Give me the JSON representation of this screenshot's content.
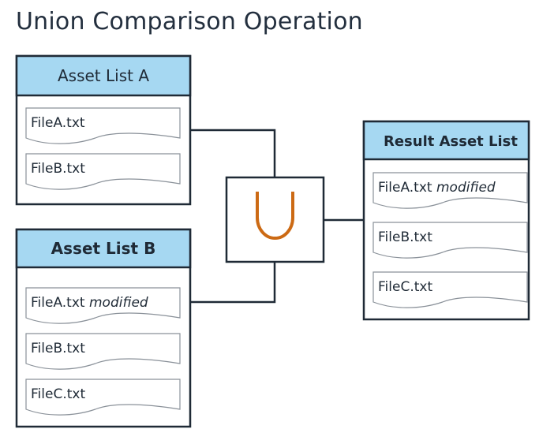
{
  "title": "Union Comparison Operation",
  "colors": {
    "header_fill": "#a6d8f2",
    "border": "#1f2a36",
    "union_symbol": "#cc6a14",
    "doc_border": "#8a9199"
  },
  "operator": {
    "symbol": "∪",
    "icon": "union-icon"
  },
  "lists": {
    "a": {
      "header": "Asset List A",
      "files": [
        {
          "name": "FileA.txt",
          "tag": ""
        },
        {
          "name": "FileB.txt",
          "tag": ""
        }
      ]
    },
    "b": {
      "header": "Asset List B",
      "files": [
        {
          "name": "FileA.txt",
          "tag": "modified"
        },
        {
          "name": "FileB.txt",
          "tag": ""
        },
        {
          "name": "FileC.txt",
          "tag": ""
        }
      ]
    },
    "result": {
      "header": "Result Asset List",
      "files": [
        {
          "name": "FileA.txt",
          "tag": "modified"
        },
        {
          "name": "FileB.txt",
          "tag": ""
        },
        {
          "name": "FileC.txt",
          "tag": ""
        }
      ]
    }
  }
}
